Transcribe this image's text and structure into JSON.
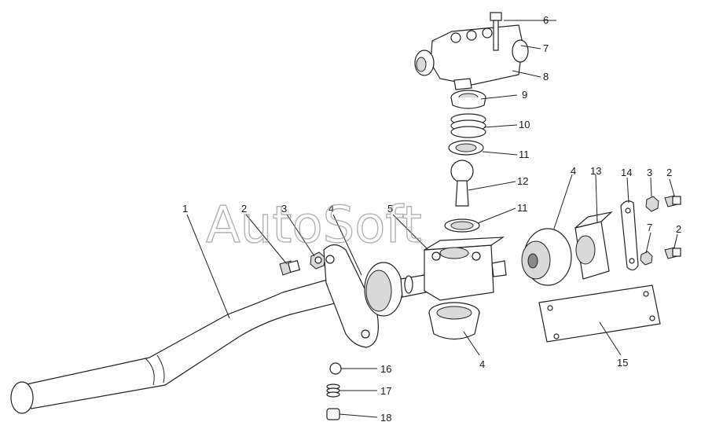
{
  "watermark": "AutoSoft",
  "callouts": {
    "c1": "1",
    "c2a": "2",
    "c2b": "2",
    "c2c": "2",
    "c3a": "3",
    "c3b": "3",
    "c4a": "4",
    "c4b": "4",
    "c4c": "4",
    "c5": "5",
    "c6": "6",
    "c7a": "7",
    "c7b": "7",
    "c8": "8",
    "c9": "9",
    "c10": "10",
    "c11a": "11",
    "c11b": "11",
    "c12": "12",
    "c13": "13",
    "c14": "14",
    "c15": "15",
    "c16": "16",
    "c17": "17",
    "c18": "18"
  }
}
